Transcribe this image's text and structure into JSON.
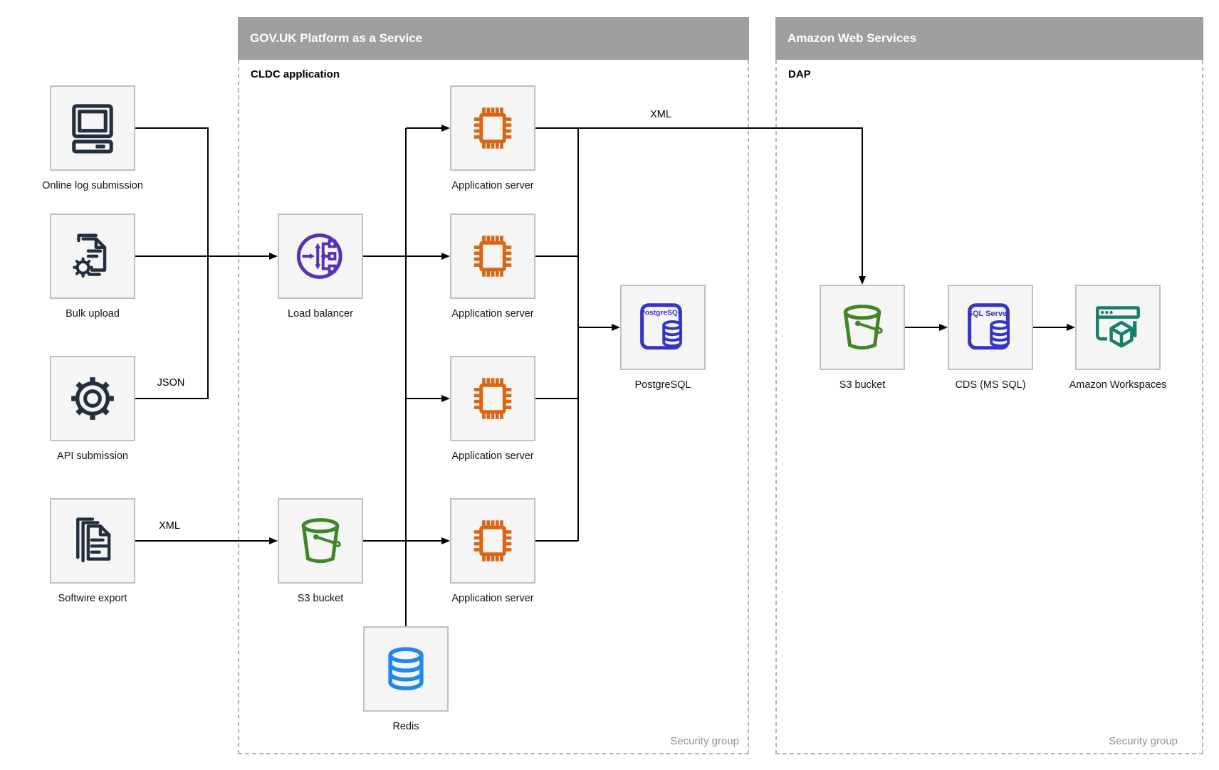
{
  "containers": [
    {
      "title": "GOV.UK Platform as a Service",
      "sublabel": "CLDC application",
      "security_label": "Security group"
    },
    {
      "title": "Amazon Web Services",
      "sublabel": "DAP",
      "security_label": "Security group"
    }
  ],
  "nodes": [
    {
      "id": "online-log-submission",
      "label": "Online log submission",
      "icon": "computer-icon"
    },
    {
      "id": "bulk-upload",
      "label": "Bulk upload",
      "icon": "document-gear-icon"
    },
    {
      "id": "api-submission",
      "label": "API submission",
      "icon": "gear-icon"
    },
    {
      "id": "softwire-export",
      "label": "Softwire export",
      "icon": "documents-stack-icon"
    },
    {
      "id": "load-balancer",
      "label": "Load balancer",
      "icon": "load-balancer-icon"
    },
    {
      "id": "s3-bucket-paas",
      "label": "S3 bucket",
      "icon": "bucket-icon"
    },
    {
      "id": "application-server-1",
      "label": "Application server",
      "icon": "chip-icon"
    },
    {
      "id": "application-server-2",
      "label": "Application server",
      "icon": "chip-icon"
    },
    {
      "id": "application-server-3",
      "label": "Application server",
      "icon": "chip-icon"
    },
    {
      "id": "application-server-4",
      "label": "Application server",
      "icon": "chip-icon"
    },
    {
      "id": "postgresql",
      "label": "PostgreSQL",
      "icon": "postgresql-icon",
      "icon_text": "PostgreSQL"
    },
    {
      "id": "redis",
      "label": "Redis",
      "icon": "redis-icon"
    },
    {
      "id": "s3-bucket-aws",
      "label": "S3 bucket",
      "icon": "bucket-icon"
    },
    {
      "id": "cds-ms-sql",
      "label": "CDS (MS SQL)",
      "icon": "sql-server-icon",
      "icon_text": "SQL Server"
    },
    {
      "id": "amazon-workspaces",
      "label": "Amazon Workspaces",
      "icon": "workspaces-icon"
    }
  ],
  "edge_labels": [
    {
      "text": "JSON"
    },
    {
      "text": "XML"
    },
    {
      "text": "XML"
    }
  ],
  "colors": {
    "header_bg": "#9e9e9e",
    "node_bg": "#f5f5f5",
    "node_border": "#c0c0c0",
    "line": "#000000",
    "navy": "#232f3e",
    "orange": "#d86613",
    "purple": "#5a30b5",
    "green": "#3f8624",
    "db_blue": "#3533c8",
    "redis_blue": "#1e87f0",
    "teal": "#15806c",
    "security_text": "#919191"
  }
}
